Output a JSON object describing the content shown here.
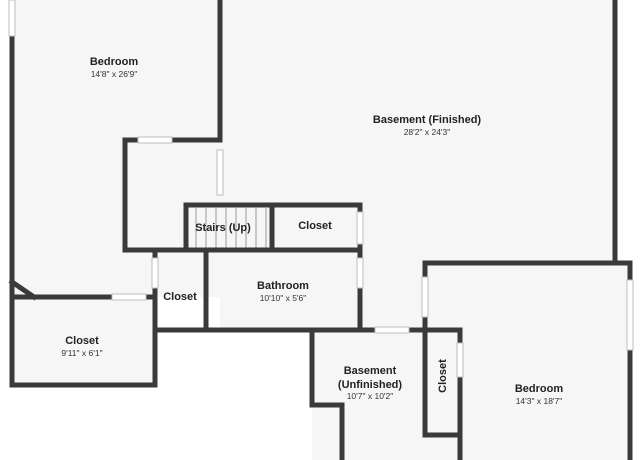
{
  "rooms": {
    "bedroom_left": {
      "name": "Bedroom",
      "dims": "14'8\" x 26'9\""
    },
    "basement_finished": {
      "name": "Basement (Finished)",
      "dims": "28'2\" x 24'3\""
    },
    "stairs": {
      "name": "Stairs (Up)"
    },
    "closet_center": {
      "name": "Closet"
    },
    "closet_small": {
      "name": "Closet"
    },
    "bathroom": {
      "name": "Bathroom",
      "dims": "10'10\" x 5'6\""
    },
    "closet_left": {
      "name": "Closet",
      "dims": "9'11\" x 6'1\""
    },
    "basement_unfinished": {
      "name_line1": "Basement",
      "name_line2": "(Unfinished)",
      "dims": "10'7\" x 10'2\""
    },
    "closet_vertical": {
      "name": "Closet"
    },
    "bedroom_right": {
      "name": "Bedroom",
      "dims": "14'3\" x 18'7\""
    }
  },
  "colors": {
    "wall": "#3a3a3a",
    "floor": "#f6f6f6",
    "background": "#ffffff"
  }
}
